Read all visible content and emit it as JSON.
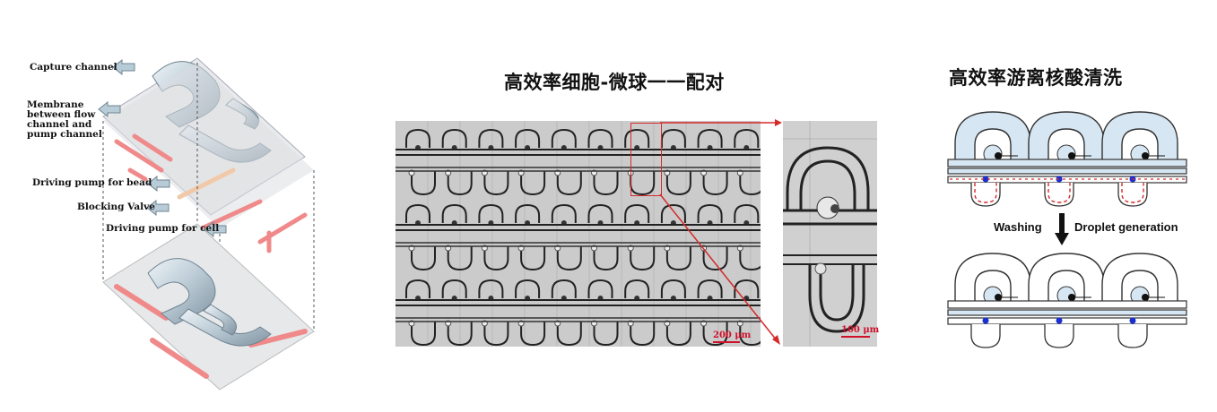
{
  "left_panel": {
    "labels": {
      "capture": "Capture channel",
      "membrane": [
        "Membrane",
        "between flow",
        "channel and",
        "pump channel"
      ],
      "bead_pump": "Driving pump for bead",
      "blocking": "Blocking Valve",
      "cell_pump": "Driving pump for cell"
    }
  },
  "middle_panel": {
    "title": "高效率细胞-微球一一配对",
    "scale_left": "200 μm",
    "scale_right": "100 μm"
  },
  "right_panel": {
    "title": "高效率游离核酸清洗",
    "washing": "Washing",
    "droplet": "Droplet generation"
  },
  "colors": {
    "channel_blue": "#d6e6f2",
    "pump_red": "#f08a8a",
    "annotation_red": "#d42a2a",
    "bead_blue": "#1a2fd0"
  }
}
